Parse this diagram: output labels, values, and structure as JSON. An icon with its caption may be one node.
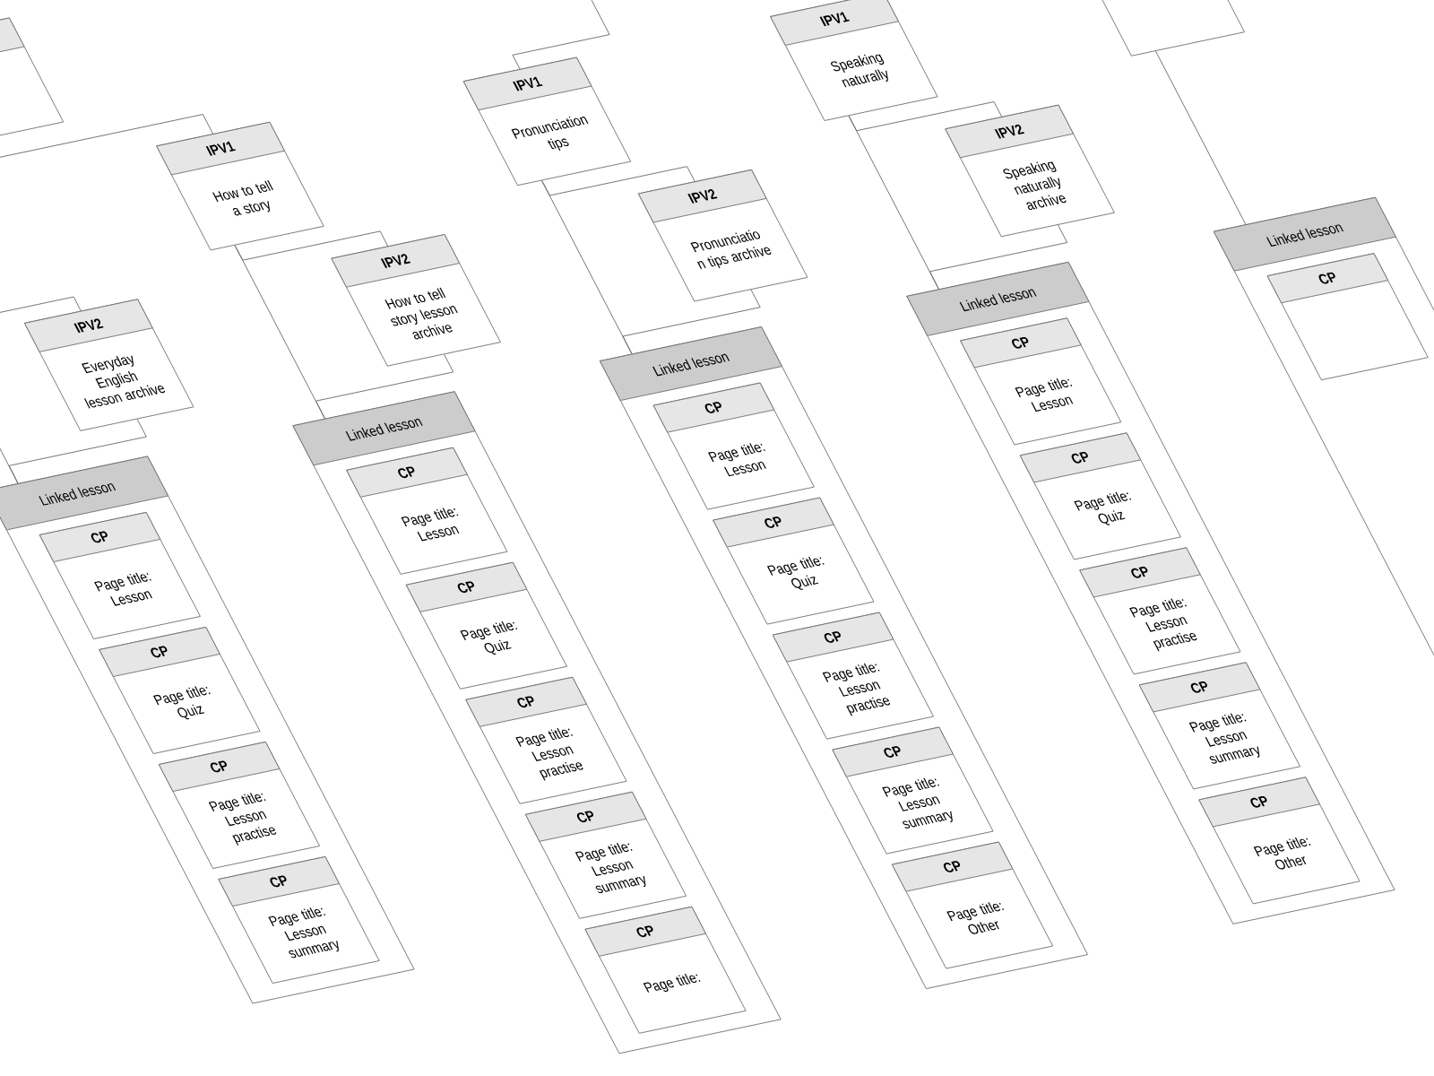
{
  "diagram": {
    "nodes": [
      {
        "text": [],
        "shape": "box"
      },
      {
        "text": [
          "IPV2",
          "Everyday English lesson archive"
        ]
      },
      {
        "text": [
          "Linked lesson"
        ]
      },
      {
        "text": [
          "CP",
          "Page title: Lesson"
        ],
        "in": 2
      },
      {
        "text": [
          "CP",
          "Page title: Quiz"
        ],
        "in": 2
      },
      {
        "text": [
          "CP",
          "Page title: Lesson practise"
        ],
        "in": 2
      },
      {
        "text": [
          "CP",
          "Page title: Lesson summary"
        ],
        "in": 2
      },
      {
        "text": [
          "IPV1",
          "How to tell a story"
        ]
      },
      {
        "text": [
          "IPV2",
          "How to tell story lesson archive"
        ]
      },
      {
        "text": [
          "Linked lesson"
        ]
      },
      {
        "text": [
          "CP",
          "Page title: Lesson"
        ],
        "in": 9
      },
      {
        "text": [
          "CP",
          "Page title: Quiz"
        ],
        "in": 9
      },
      {
        "text": [
          "CP",
          "Page title: Lesson practise"
        ],
        "in": 9
      },
      {
        "text": [
          "CP",
          "Page title: Lesson summary"
        ],
        "in": 9
      },
      {
        "text": [
          "CP",
          "Page title:"
        ],
        "in": 9
      },
      {
        "text": [
          "IPV1",
          "Pronunciation tips"
        ]
      },
      {
        "text": [
          "IPV2",
          "Pronunciatio n tips archive"
        ]
      },
      {
        "text": [
          "Linked lesson"
        ]
      },
      {
        "text": [
          "CP",
          "Page title: Lesson"
        ],
        "in": 17
      },
      {
        "text": [
          "CP",
          "Page title: Quiz"
        ],
        "in": 17
      },
      {
        "text": [
          "CP",
          "Page title: Lesson practise"
        ],
        "in": 17
      },
      {
        "text": [
          "CP",
          "Page title: Lesson summary"
        ],
        "in": 17
      },
      {
        "text": [
          "CP",
          "Page title: Other"
        ],
        "in": 17
      },
      {
        "text": [
          "IPV1",
          "Speaking naturally"
        ]
      },
      {
        "text": [
          "IPV2",
          "Speaking naturally archive"
        ]
      },
      {
        "text": [
          "Linked lesson"
        ]
      },
      {
        "text": [
          "CP",
          "Page title: Lesson"
        ],
        "in": 25
      },
      {
        "text": [
          "CP",
          "Page title: Quiz"
        ],
        "in": 25
      },
      {
        "text": [
          "CP",
          "Page title: Lesson practise"
        ],
        "in": 25
      },
      {
        "text": [
          "CP",
          "Page title: Lesson summary"
        ],
        "in": 25
      },
      {
        "text": [
          "CP",
          "Page title: Other"
        ],
        "in": 25
      },
      {
        "text": [],
        "shape": "box"
      },
      {
        "text": [
          "Linked lesson"
        ]
      },
      {
        "text": [
          "CP"
        ],
        "in": 32
      }
    ],
    "edges": [
      {
        "from": 0,
        "to": 7,
        "arrow": "none"
      },
      {
        "from": null,
        "to": 1,
        "arrow": "none"
      },
      {
        "from": null,
        "to": 2,
        "arrow": "none"
      },
      {
        "from": 1,
        "to": 2,
        "arrow": "none"
      },
      {
        "from": 7,
        "to": 8,
        "arrow": "none"
      },
      {
        "from": 7,
        "to": 9,
        "arrow": "none"
      },
      {
        "from": 8,
        "to": 9,
        "arrow": "none"
      },
      {
        "from": null,
        "to": 15,
        "arrow": "none"
      },
      {
        "from": 15,
        "to": 16,
        "arrow": "none"
      },
      {
        "from": 15,
        "to": 17,
        "arrow": "none"
      },
      {
        "from": 16,
        "to": 17,
        "arrow": "none"
      },
      {
        "from": 23,
        "to": 24,
        "arrow": "none"
      },
      {
        "from": 23,
        "to": 25,
        "arrow": "none"
      },
      {
        "from": 24,
        "to": 25,
        "arrow": "none"
      },
      {
        "from": 31,
        "to": 32,
        "arrow": "none"
      }
    ]
  }
}
